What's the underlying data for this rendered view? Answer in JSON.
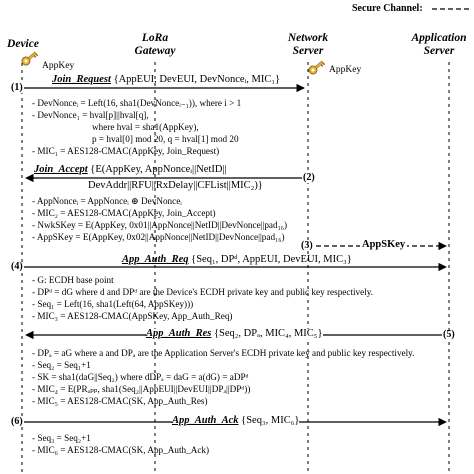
{
  "legend": {
    "label": "Secure Channel:"
  },
  "columns": {
    "device": "Device",
    "gateway_line1": "LoRa",
    "gateway_line2": "Gateway",
    "ns_line1": "Network",
    "ns_line2": "Server",
    "as_line1": "Application",
    "as_line2": "Server"
  },
  "keys": {
    "device": "AppKey",
    "network_server": "AppKey"
  },
  "steps": {
    "s1": "(1)",
    "s2": "(2)",
    "s3": "(3)",
    "s4": "(4)",
    "s5": "(5)",
    "s6": "(6)"
  },
  "messages": {
    "join_request_name": "Join_Request",
    "join_request_params": " {AppEUI, DevEUI, DevNonceᵢ, MIC₁}",
    "join_accept_name": "Join_Accept",
    "join_accept_line1": " {E(AppKey, AppNonceᵢ||NetID||",
    "join_accept_line2": "DevAddr||RFU||RxDelay||CFList||MIC₂)}",
    "appskey": "AppSKey",
    "app_auth_req_name": "App_Auth_Req",
    "app_auth_req_params": " {Seq₁, DPᵈ, AppEUI, DevEUI, MIC₃}",
    "app_auth_res_name": "App_Auth_Res",
    "app_auth_res_params": " {Seq₂, DPₐ, MIC₄, MIC₅}",
    "app_auth_ack_name": "App_Auth_Ack",
    "app_auth_ack_params": " {Seq₃, MIC₆}"
  },
  "notes": {
    "block1": [
      "- DevNonceᵢ = Left(16, sha1(DevNonceᵢ₋₁)), where i > 1",
      "- DevNonce₁ = hval[p]||hval[q],",
      "where hval = sha1(AppKey),",
      "p = hval[0] mod 20,  q = hval[1] mod 20",
      "- MIC₁ = AES128-CMAC(AppKey, Join_Request)"
    ],
    "block2": [
      "- AppNonceᵢ = AppNonceᵢ ⊕  DevNonceᵢ",
      "- MIC₂ = AES128-CMAC(AppKey, Join_Accept)",
      "- NwkSKey = E(AppKey, 0x01||AppNonce||NetID||DevNonce||pad₁₆)",
      "- AppSKey = E(AppKey, 0x02||AppNonce||NetID||DevNonce||pad₁₆)"
    ],
    "block3": [
      "- G: ECDH base point",
      "- DPᵈ = dG where d and DPᵈ are the Device's ECDH private key and public key respectively.",
      "- Seq₁ = Left(16, sha1(Left(64, AppSKey)))",
      "- MIC₃ = AES128-CMAC(AppSKey, App_Auth_Req)"
    ],
    "block4": [
      "- DPₐ = aG where a and DPₐ are the Application Server's ECDH private key and public key respectively.",
      "- Seq₂ = Seq₁+1",
      "- SK = sha1(daG||Seq₂) where dDPₐ = daG = a(dG) = aDPᵈ",
      "- MIC₄ = E(PRₐₚₚ, sha1(Seq₂||AppEUI||DevEUI||DPₐ||DPᵈ))",
      "- MIC₅ = AES128-CMAC(SK, App_Auth_Res)"
    ],
    "block5": [
      "- Seq₃ = Seq₂+1",
      "- MIC₆ = AES128-CMAC(SK, App_Auth_Ack)"
    ]
  }
}
